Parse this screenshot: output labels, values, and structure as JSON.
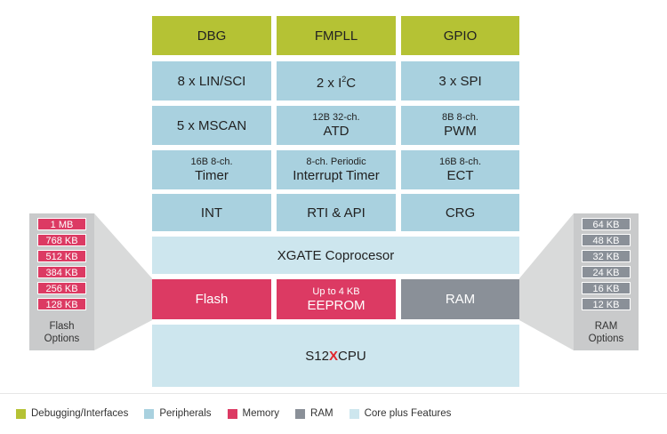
{
  "blocks": {
    "dbg": "DBG",
    "fmpll": "FMPLL",
    "gpio": "GPIO",
    "lin": "8 x LIN/SCI",
    "i2c_prefix": "2 x I",
    "i2c_sup": "2",
    "i2c_suffix": "C",
    "spi": "3 x SPI",
    "mscan": "5 x MSCAN",
    "atd_small": "12B 32-ch.",
    "atd": "ATD",
    "pwm_small": "8B 8-ch.",
    "pwm": "PWM",
    "timer_small": "16B 8-ch.",
    "timer": "Timer",
    "pit_small": "8-ch. Periodic",
    "pit": "Interrupt Timer",
    "ect_small": "16B 8-ch.",
    "ect": "ECT",
    "int": "INT",
    "rti": "RTI & API",
    "crg": "CRG",
    "xgate": "XGATE Coprocesor",
    "flash": "Flash",
    "eeprom_small": "Up to 4 KB",
    "eeprom": "EEPROM",
    "ram": "RAM",
    "cpu_pre": "S12",
    "cpu_x": "X",
    "cpu_post": "CPU"
  },
  "flash_options": {
    "items": [
      "1 MB",
      "768 KB",
      "512 KB",
      "384 KB",
      "256 KB",
      "128 KB"
    ],
    "label_line1": "Flash",
    "label_line2": "Options"
  },
  "ram_options": {
    "items": [
      "64 KB",
      "48 KB",
      "32 KB",
      "24 KB",
      "16 KB",
      "12 KB"
    ],
    "label_line1": "RAM",
    "label_line2": "Options"
  },
  "legend": [
    {
      "label": "Debugging/Interfaces",
      "color": "#b5c234"
    },
    {
      "label": "Peripherals",
      "color": "#a9d1df"
    },
    {
      "label": "Memory",
      "color": "#dc3a63"
    },
    {
      "label": "RAM",
      "color": "#8a9098"
    },
    {
      "label": "Core plus Features",
      "color": "#cde6ee"
    }
  ],
  "colors": {
    "debug": "#b5c234",
    "peripheral": "#a9d1df",
    "core": "#cde6ee",
    "memory": "#dc3a63",
    "ram": "#8a9098"
  }
}
